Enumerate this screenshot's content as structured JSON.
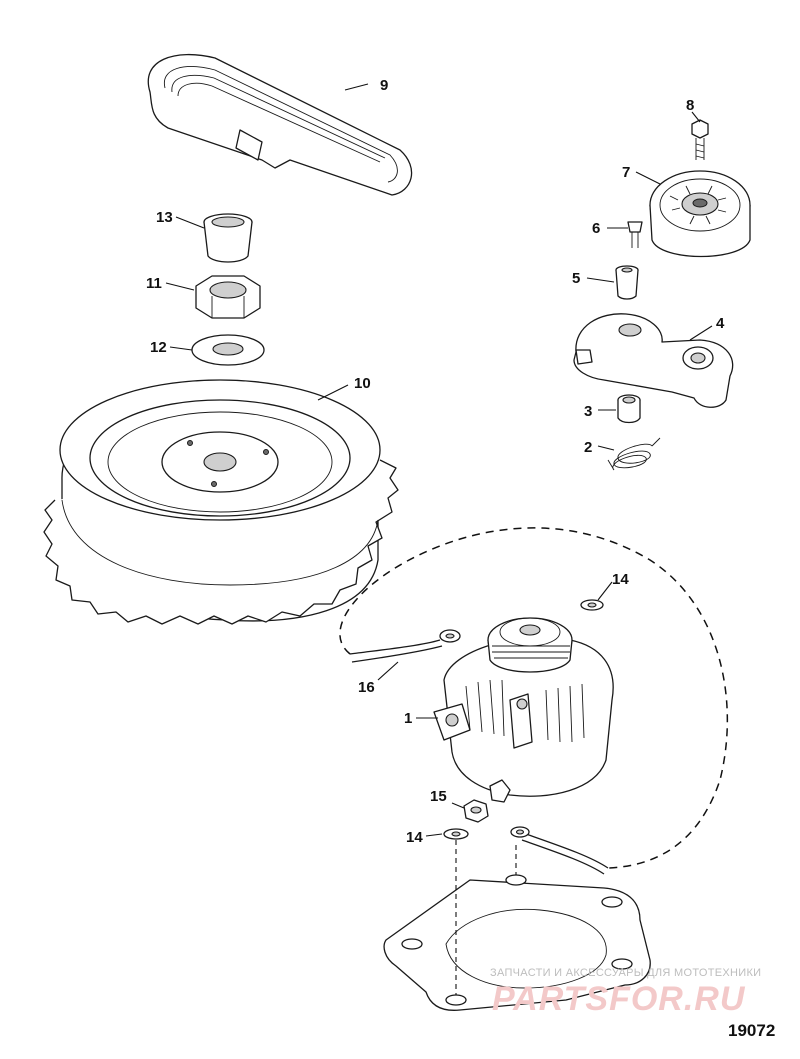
{
  "diagram_number": "19072",
  "watermark": {
    "tagline": "ЗАПЧАСТИ И АКСЕССУАРЫ ДЛЯ МОТОТЕХНИКИ",
    "brand": "PARTSFOR.RU"
  },
  "callouts": [
    {
      "id": "1",
      "label": "1"
    },
    {
      "id": "2",
      "label": "2"
    },
    {
      "id": "3",
      "label": "3"
    },
    {
      "id": "4",
      "label": "4"
    },
    {
      "id": "5",
      "label": "5"
    },
    {
      "id": "6",
      "label": "6"
    },
    {
      "id": "7",
      "label": "7"
    },
    {
      "id": "8",
      "label": "8"
    },
    {
      "id": "9",
      "label": "9"
    },
    {
      "id": "10",
      "label": "10"
    },
    {
      "id": "11",
      "label": "11"
    },
    {
      "id": "12",
      "label": "12"
    },
    {
      "id": "13",
      "label": "13"
    },
    {
      "id": "14a",
      "label": "14"
    },
    {
      "id": "14b",
      "label": "14"
    },
    {
      "id": "15",
      "label": "15"
    },
    {
      "id": "16",
      "label": "16"
    }
  ]
}
